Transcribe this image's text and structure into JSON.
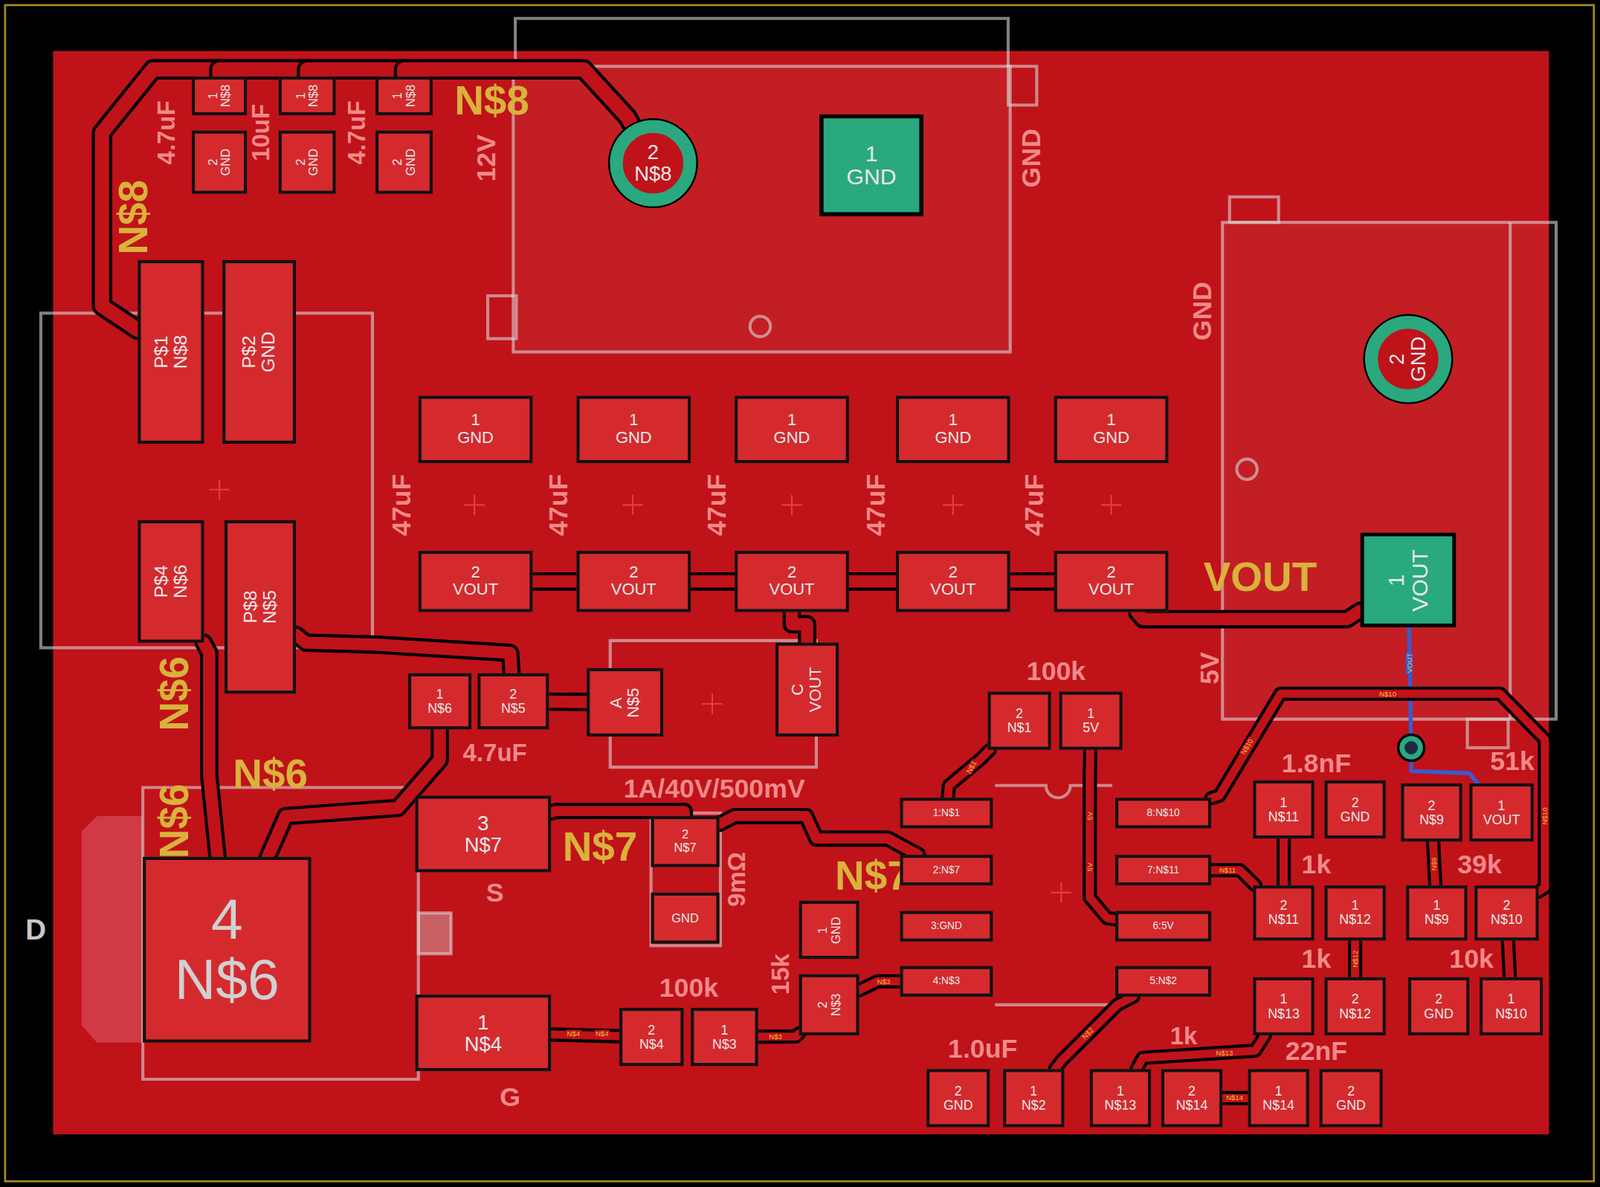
{
  "diagram": {
    "nodes": [
      {
        "text": [
          "1",
          "N$8"
        ]
      },
      {
        "text": [
          "2",
          "GND"
        ]
      },
      {
        "text": [
          "1",
          "N$8"
        ]
      },
      {
        "text": [
          "2",
          "GND"
        ]
      },
      {
        "text": [
          "1",
          "N$8"
        ]
      },
      {
        "text": [
          "2",
          "GND"
        ]
      },
      {
        "text": [
          "2",
          "N$8"
        ]
      },
      {
        "text": [
          "1",
          "GND"
        ]
      },
      {
        "text": [
          "P$1",
          "N$8"
        ]
      },
      {
        "text": [
          "P$2",
          "GND"
        ]
      },
      {
        "text": [
          "P$4",
          "N$6"
        ]
      },
      {
        "text": [
          "P$8",
          "N$5"
        ]
      },
      {
        "text": [
          "1",
          "GND"
        ]
      },
      {
        "text": [
          "1",
          "GND"
        ]
      },
      {
        "text": [
          "1",
          "GND"
        ]
      },
      {
        "text": [
          "1",
          "GND"
        ]
      },
      {
        "text": [
          "1",
          "GND"
        ]
      },
      {
        "text": [
          "2",
          "VOUT"
        ]
      },
      {
        "text": [
          "2",
          "VOUT"
        ]
      },
      {
        "text": [
          "2",
          "VOUT"
        ]
      },
      {
        "text": [
          "2",
          "VOUT"
        ]
      },
      {
        "text": [
          "2",
          "VOUT"
        ]
      },
      {
        "text": [
          "2",
          "GND"
        ]
      },
      {
        "text": [
          "1",
          "VOUT"
        ]
      },
      {
        "text": [
          "1",
          "N$6"
        ]
      },
      {
        "text": [
          "2",
          "N$5"
        ]
      },
      {
        "text": [
          "A",
          "N$5"
        ]
      },
      {
        "text": [
          "C",
          "VOUT"
        ]
      },
      {
        "text": [
          "4",
          "N$6"
        ]
      },
      {
        "text": [
          "3",
          "N$7"
        ]
      },
      {
        "text": [
          "1",
          "N$4"
        ]
      },
      {
        "text": [
          "2",
          "N$7"
        ]
      },
      {
        "text": [
          "GND"
        ]
      },
      {
        "text": [
          "1",
          "GND"
        ]
      },
      {
        "text": [
          "2",
          "N$3"
        ]
      },
      {
        "text": [
          "2",
          "N$4"
        ]
      },
      {
        "text": [
          "1",
          "N$3"
        ]
      },
      {
        "text": [
          "1:N$1"
        ]
      },
      {
        "text": [
          "2:N$7"
        ]
      },
      {
        "text": [
          "3:GND"
        ]
      },
      {
        "text": [
          "4:N$3"
        ]
      },
      {
        "text": [
          "8:N$10"
        ]
      },
      {
        "text": [
          "7:N$11"
        ]
      },
      {
        "text": [
          "6:5V"
        ]
      },
      {
        "text": [
          "5:N$2"
        ]
      },
      {
        "text": [
          "2",
          "N$1"
        ]
      },
      {
        "text": [
          "1",
          "5V"
        ]
      },
      {
        "text": [
          "1",
          "N$11"
        ]
      },
      {
        "text": [
          "2",
          "GND"
        ]
      },
      {
        "text": [
          "2",
          "N$9"
        ]
      },
      {
        "text": [
          "1",
          "VOUT"
        ]
      },
      {
        "text": [
          "2",
          "N$11"
        ]
      },
      {
        "text": [
          "1",
          "N$12"
        ]
      },
      {
        "text": [
          "1",
          "N$9"
        ]
      },
      {
        "text": [
          "2",
          "N$10"
        ]
      },
      {
        "text": [
          "1",
          "N$13"
        ]
      },
      {
        "text": [
          "2",
          "N$12"
        ]
      },
      {
        "text": [
          "2",
          "GND"
        ]
      },
      {
        "text": [
          "1",
          "N$10"
        ]
      },
      {
        "text": [
          "2",
          "GND"
        ]
      },
      {
        "text": [
          "1",
          "N$2"
        ]
      },
      {
        "text": [
          "1",
          "N$13"
        ]
      },
      {
        "text": [
          "2",
          "N$14"
        ]
      },
      {
        "text": [
          "1",
          "N$14"
        ]
      },
      {
        "text": [
          "2",
          "GND"
        ]
      }
    ],
    "edges": [
      {
        "from": 8,
        "to": 0,
        "arrow": "none"
      },
      {
        "from": 0,
        "to": 2,
        "arrow": "none"
      },
      {
        "from": 2,
        "to": 4,
        "arrow": "none"
      },
      {
        "from": 4,
        "to": 6,
        "arrow": "none"
      },
      {
        "from": 17,
        "to": 18,
        "arrow": "none"
      },
      {
        "from": 18,
        "to": 19,
        "arrow": "none"
      },
      {
        "from": 19,
        "to": 20,
        "arrow": "none"
      },
      {
        "from": 20,
        "to": 21,
        "arrow": "none"
      },
      {
        "from": 21,
        "to": 23,
        "arrow": "none"
      },
      {
        "from": 19,
        "to": 27,
        "arrow": "none"
      },
      {
        "from": 23,
        "to": 50,
        "arrow": "none"
      },
      {
        "from": 11,
        "to": 25,
        "arrow": "none"
      },
      {
        "from": 25,
        "to": 26,
        "arrow": "none"
      },
      {
        "from": 10,
        "to": 28,
        "arrow": "none"
      },
      {
        "from": 24,
        "to": 28,
        "arrow": "none"
      },
      {
        "from": 29,
        "to": 31,
        "arrow": "none"
      },
      {
        "from": 31,
        "to": 38,
        "arrow": "none"
      },
      {
        "from": 30,
        "to": 35,
        "arrow": "none"
      },
      {
        "from": 36,
        "to": 34,
        "arrow": "none"
      },
      {
        "from": 34,
        "to": 40,
        "arrow": "none"
      },
      {
        "from": 45,
        "to": 37,
        "arrow": "none"
      },
      {
        "from": 46,
        "to": 43,
        "arrow": "none"
      },
      {
        "from": 44,
        "to": 60,
        "arrow": "none"
      },
      {
        "from": 41,
        "to": 54,
        "arrow": "none"
      },
      {
        "from": 54,
        "to": 58,
        "arrow": "none"
      },
      {
        "from": 42,
        "to": 51,
        "arrow": "none"
      },
      {
        "from": 51,
        "to": 47,
        "arrow": "none"
      },
      {
        "from": 52,
        "to": 56,
        "arrow": "none"
      },
      {
        "from": 49,
        "to": 53,
        "arrow": "none"
      },
      {
        "from": 55,
        "to": 61,
        "arrow": "none"
      },
      {
        "from": 62,
        "to": 63,
        "arrow": "none"
      }
    ],
    "labels": [
      "N$8",
      "N$8",
      "4.7uF",
      "10uF",
      "4.7uF",
      "12V",
      "GND",
      "GND",
      "47uF",
      "47uF",
      "47uF",
      "47uF",
      "47uF",
      "VOUT",
      "5V",
      "N$6",
      "N$6",
      "N$6",
      "4.7uF",
      "1A/40V/500mV",
      "N$7",
      "9mΩ",
      "N$7",
      "15k",
      "100k",
      "100k",
      "1.8nF",
      "51k",
      "1k",
      "39k",
      "1k",
      "10k",
      "1.0uF",
      "1k",
      "22nF",
      "D",
      "S",
      "G",
      "N$4",
      "N$4",
      "N$3",
      "N$3",
      "N$1",
      "5V",
      "5V",
      "N$2",
      "N$10",
      "N$10",
      "N$10",
      "N$11",
      "N$12",
      "N$13",
      "N$14",
      "VOUT",
      "N$9"
    ]
  }
}
